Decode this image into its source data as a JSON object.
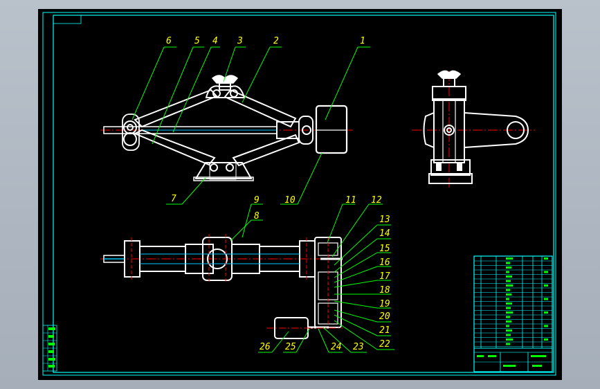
{
  "drawing": {
    "part_labels": [
      "1",
      "2",
      "3",
      "4",
      "5",
      "6",
      "7",
      "8",
      "9",
      "10",
      "11",
      "12",
      "13",
      "14",
      "15",
      "16",
      "17",
      "18",
      "19",
      "20",
      "21",
      "22",
      "23",
      "24",
      "25",
      "26"
    ]
  },
  "colors": {
    "background": "#000000",
    "frame": "#00ffff",
    "part_outline": "#ffffff",
    "leader": "#00ff00",
    "label": "#ffff00",
    "centerline": "#ff0000",
    "hidden": "#00c8ff"
  }
}
